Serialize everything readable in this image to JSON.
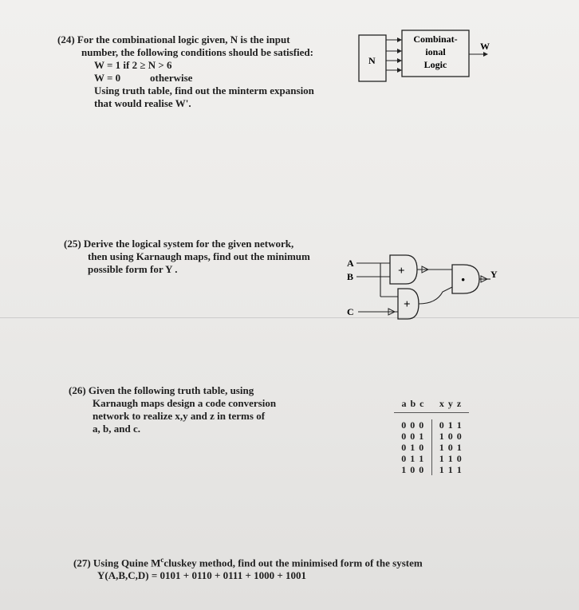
{
  "q24": {
    "line1": "(24) For the combinational logic given, N is the input",
    "line2": "number, the following conditions should be satisfied:",
    "cond1": "W = 1  if  2 ≥ N > 6",
    "cond2a": "W = 0",
    "cond2b": "otherwise",
    "line3": "Using truth table, find out the minterm expansion",
    "line4": "that would realise W'.",
    "diagram": {
      "input_label": "N",
      "block_line1": "Combinat-",
      "block_line2": "ional",
      "block_line3": "Logic",
      "output_label": "W"
    }
  },
  "q25": {
    "line1": "(25)  Derive the logical system for the given network,",
    "line2": "then using Karnaugh maps, find out the minimum",
    "line3": "possible form for Y .",
    "diagram": {
      "in_a": "A",
      "in_b": "B",
      "in_c": "C",
      "or_symbol": "+",
      "and_symbol": "·",
      "output": "Y"
    }
  },
  "q26": {
    "line1": "(26) Given the following truth table, using",
    "line2": "Karnaugh maps design a code conversion",
    "line3": "network to realize x,y and z in terms of",
    "line4": "a, b, and c.",
    "table": {
      "headers": [
        "a b c",
        "x y z"
      ],
      "rows": [
        [
          "0 0 0",
          "0 1 1"
        ],
        [
          "0 0 1",
          "1 0 0"
        ],
        [
          "0 1 0",
          "1 0 1"
        ],
        [
          "0 1 1",
          "1 1 0"
        ],
        [
          "1 0 0",
          "1 1 1"
        ]
      ]
    }
  },
  "q27": {
    "line1_pre": "(27) Using Quine M",
    "line1_sup": "c",
    "line1_post": "cluskey method, find out the minimised form of the system",
    "line2": "Y(A,B,C,D) = 0101 + 0110 + 0111 + 1000 + 1001"
  }
}
